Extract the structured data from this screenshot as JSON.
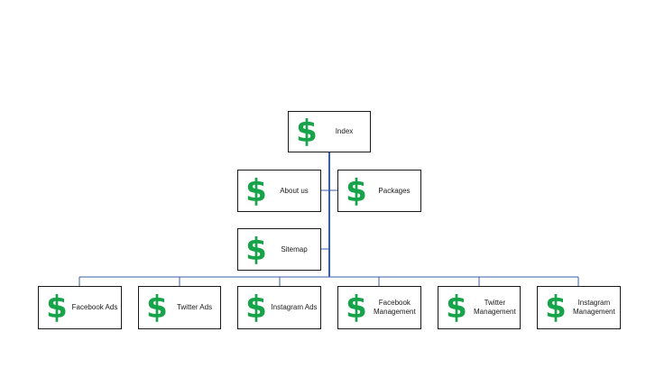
{
  "nodes": {
    "index": {
      "label": "Index",
      "icon": "dollar-icon"
    },
    "about": {
      "label": "About us",
      "icon": "dollar-icon"
    },
    "packages": {
      "label": "Packages",
      "icon": "dollar-icon"
    },
    "sitemap": {
      "label": "Sitemap",
      "icon": "dollar-icon"
    },
    "facebook_ads": {
      "label": "Facebook Ads",
      "icon": "dollar-icon"
    },
    "twitter_ads": {
      "label": "Twitter Ads",
      "icon": "dollar-icon"
    },
    "instagram_ads": {
      "label": "Instagram Ads",
      "icon": "dollar-icon"
    },
    "facebook_mgmt": {
      "label": "Facebook Management",
      "icon": "dollar-icon"
    },
    "twitter_mgmt": {
      "label": "Twitter Management",
      "icon": "dollar-icon"
    },
    "instagram_mgmt": {
      "label": "Instagram Management",
      "icon": "dollar-icon"
    }
  },
  "icon_glyph": "$",
  "colors": {
    "icon": "#17a34a",
    "connector": "#3a5da8",
    "border": "#1a1a1a"
  }
}
